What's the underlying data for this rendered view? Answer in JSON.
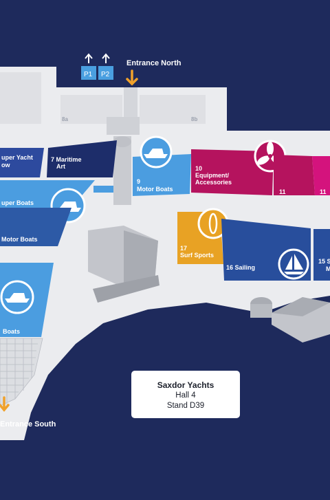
{
  "map": {
    "entrance_north": "Entrance North",
    "entrance_south": "Entrance South",
    "parking": [
      "P1",
      "P2"
    ],
    "ghost_labels": [
      "8a",
      "8b"
    ],
    "halls": [
      {
        "id": "6",
        "lines": [
          "uper Yacht",
          "ow"
        ],
        "color": "#2d4a9e"
      },
      {
        "id": "7",
        "lines": [
          "7 Maritime",
          "Art"
        ],
        "color": "#1d2d6a"
      },
      {
        "id": "9",
        "lines": [
          "9",
          "Motor Boats"
        ],
        "color": "#4b9de0"
      },
      {
        "id": "10",
        "lines": [
          "10",
          "Equipment/",
          "Accessories"
        ],
        "color": "#b5135e"
      },
      {
        "id": "11a",
        "lines": [
          "11"
        ],
        "color": "#b5135e"
      },
      {
        "id": "11b",
        "lines": [
          "11"
        ],
        "color": "#d4137d"
      },
      {
        "id": "super-boats",
        "lines": [
          "uper Boats"
        ],
        "color": "#4b9de0"
      },
      {
        "id": "motor-boats-left",
        "lines": [
          "Motor Boats"
        ],
        "color": "#2d5aa6"
      },
      {
        "id": "17",
        "lines": [
          "17",
          "Surf Sports"
        ],
        "color": "#e8a224"
      },
      {
        "id": "16",
        "lines": [
          "16 Sailing"
        ],
        "color": "#284e9c"
      },
      {
        "id": "15",
        "lines": [
          "15 S",
          "M"
        ],
        "color": "#284e9c"
      },
      {
        "id": "boats-bottom",
        "lines": [
          "Boats"
        ],
        "color": "#4b9de0"
      }
    ],
    "icons": [
      "motor-boat-icon",
      "propeller-icon",
      "surfboard-icon",
      "sailboat-icon"
    ]
  },
  "card": {
    "title": "Saxdor Yachts",
    "hall": "Hall 4",
    "stand": "Stand D39"
  },
  "colors": {
    "background": "#1e2a5c",
    "ground": "#ebecef",
    "arrow": "#f0a12b"
  }
}
